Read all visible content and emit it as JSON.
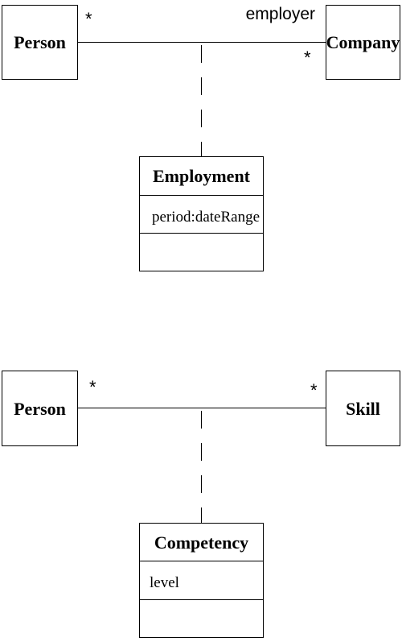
{
  "diagram_top": {
    "class_left": "Person",
    "class_right": "Company",
    "mult_left": "*",
    "mult_right": "*",
    "role_right": "employer",
    "association_class": {
      "name": "Employment",
      "attribute": "period:dateRange"
    }
  },
  "diagram_bottom": {
    "class_left": "Person",
    "class_right": "Skill",
    "mult_left": "*",
    "mult_right": "*",
    "association_class": {
      "name": "Competency",
      "attribute": "level"
    }
  }
}
